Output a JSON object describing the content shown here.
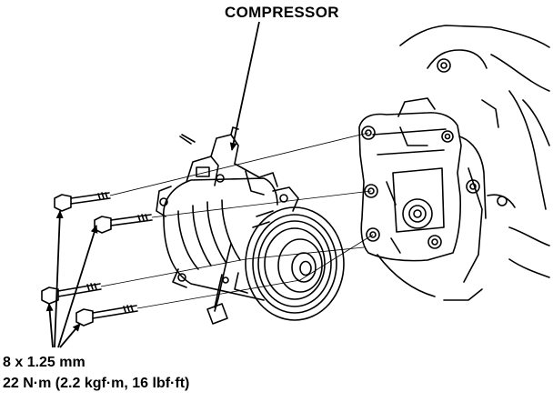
{
  "labels": {
    "compressor": "COMPRESSOR",
    "bolt_size": "8 x 1.25 mm",
    "torque_spec": "22 N·m (2.2 kgf·m, 16 lbf·ft)"
  },
  "colors": {
    "ink": "#000000",
    "paper": "#ffffff"
  }
}
